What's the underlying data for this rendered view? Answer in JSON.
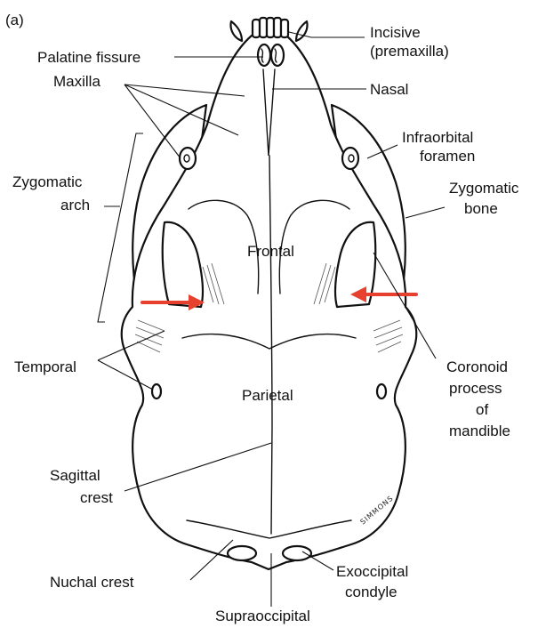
{
  "panel_label": "(a)",
  "labels": {
    "incisive": [
      "Incisive",
      "(premaxilla)"
    ],
    "palatine_fissure": "Palatine fissure",
    "maxilla": "Maxilla",
    "nasal": "Nasal",
    "infraorbital_foramen": [
      "Infraorbital",
      "foramen"
    ],
    "zygomatic_arch": [
      "Zygomatic",
      "arch"
    ],
    "zygomatic_bone": [
      "Zygomatic",
      "bone"
    ],
    "frontal": "Frontal",
    "temporal": "Temporal",
    "coronoid_process": [
      "Coronoid",
      "process",
      "of",
      "mandible"
    ],
    "parietal": "Parietal",
    "sagittal_crest": [
      "Sagittal",
      "crest"
    ],
    "nuchal_crest": "Nuchal crest",
    "exoccipital_condyle": [
      "Exoccipital",
      "condyle"
    ],
    "supraoccipital": "Supraoccipital"
  },
  "signature": "SIMMONS",
  "colors": {
    "arrow": "#e8402f",
    "ink": "#111111",
    "background": "#ffffff"
  }
}
